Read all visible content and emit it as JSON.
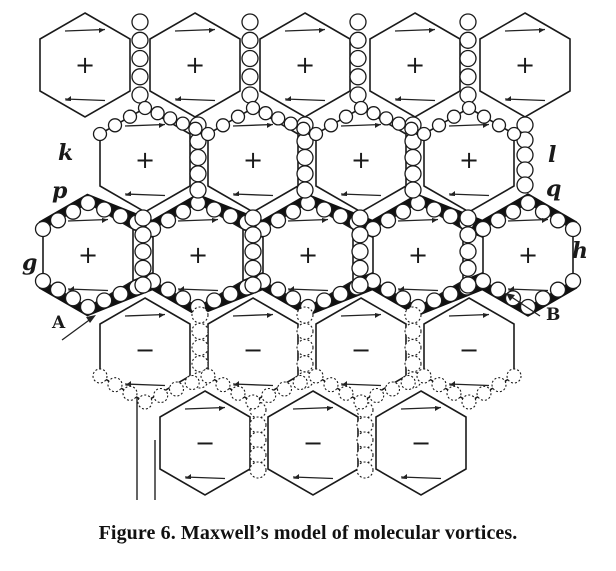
{
  "caption": "Figure 6. Maxwell’s model of molecular vortices.",
  "labels": {
    "k": "k",
    "l": "l",
    "p": "p",
    "q": "q",
    "g": "g",
    "h": "h",
    "A": "A",
    "B": "B"
  },
  "rows": [
    {
      "signs": [
        "+",
        "+",
        "+",
        "+",
        "+"
      ]
    },
    {
      "signs": [
        "+",
        "+",
        "+",
        "+"
      ]
    },
    {
      "signs": [
        "+",
        "+",
        "+",
        "+",
        "+"
      ]
    },
    {
      "signs": [
        "−",
        "−",
        "−",
        "−"
      ]
    },
    {
      "signs": [
        "−",
        "−",
        "−"
      ]
    }
  ]
}
